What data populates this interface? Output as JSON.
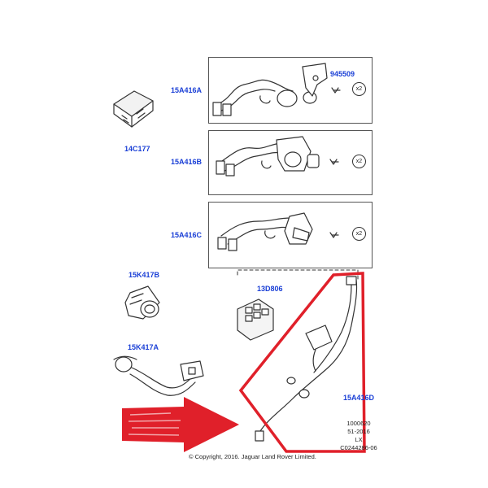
{
  "parts": {
    "harness_a": "15A416A",
    "bolt_top": "945509",
    "module": "14C177",
    "harness_b": "15A416B",
    "harness_c": "15A416C",
    "connector_b": "15K417B",
    "switch": "13D806",
    "connector_a": "15K417A",
    "harness_d": "15A416D"
  },
  "quantities": {
    "qty_a": "x2",
    "qty_b": "x2",
    "qty_c": "x2"
  },
  "meta_lines": [
    "1000620",
    "51-2016",
    "LX",
    "C0244286-06"
  ],
  "copyright": "© Copyright, 2016. Jaguar Land Rover Limited.",
  "colors": {
    "callout": "#1a3fd6",
    "highlight": "#e0202a"
  }
}
